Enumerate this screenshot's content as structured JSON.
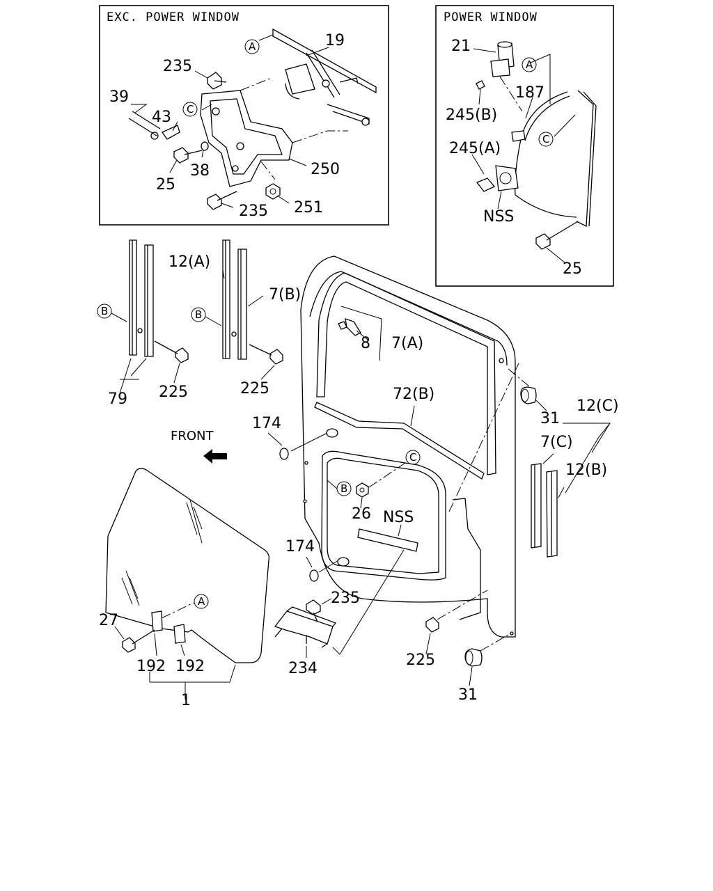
{
  "panels": {
    "manual": {
      "title": "EXC. POWER WINDOW"
    },
    "power": {
      "title": "POWER WINDOW"
    }
  },
  "parts": {
    "p19": "19",
    "p235a": "235",
    "p39": "39",
    "p43": "43",
    "p25a": "25",
    "p38": "38",
    "p250": "250",
    "p235b": "235",
    "p251": "251",
    "p21": "21",
    "p187": "187",
    "p245b": "245(B)",
    "p245a": "245(A)",
    "p_nss_power": "NSS",
    "p25b": "25",
    "p12a": "12(A)",
    "p7b": "7(B)",
    "p79": "79",
    "p225a": "225",
    "p225b": "225",
    "p8": "8",
    "p7a": "7(A)",
    "p72b": "72(B)",
    "p31a": "31",
    "p12c": "12(C)",
    "p7c": "7(C)",
    "p12b": "12(B)",
    "p174a": "174",
    "p174b": "174",
    "p26": "26",
    "p_nss_door": "NSS",
    "p235c": "235",
    "p234": "234",
    "p225c": "225",
    "p31b": "31",
    "p27": "27",
    "p192a": "192",
    "p192b": "192",
    "p1": "1"
  },
  "callouts": {
    "A": "A",
    "B": "B",
    "C": "C"
  },
  "front_label": "FRONT"
}
